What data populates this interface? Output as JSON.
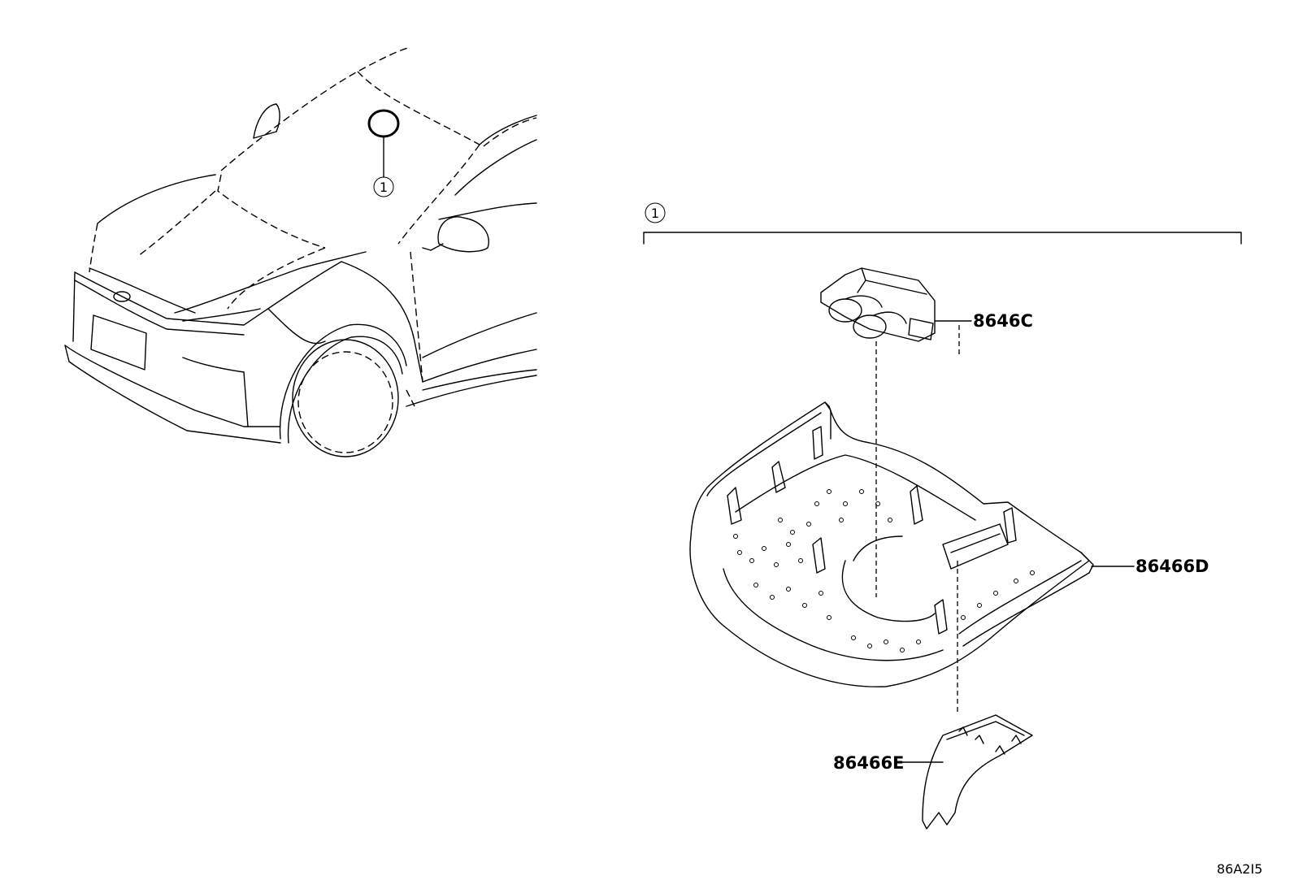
{
  "callouts": {
    "ref_number_car": "1",
    "ref_number_group": "1"
  },
  "parts": {
    "camera_switch": "8646C",
    "console_housing": "86466D",
    "cover_panel": "86466E"
  },
  "diagram_code": "86A2I5"
}
